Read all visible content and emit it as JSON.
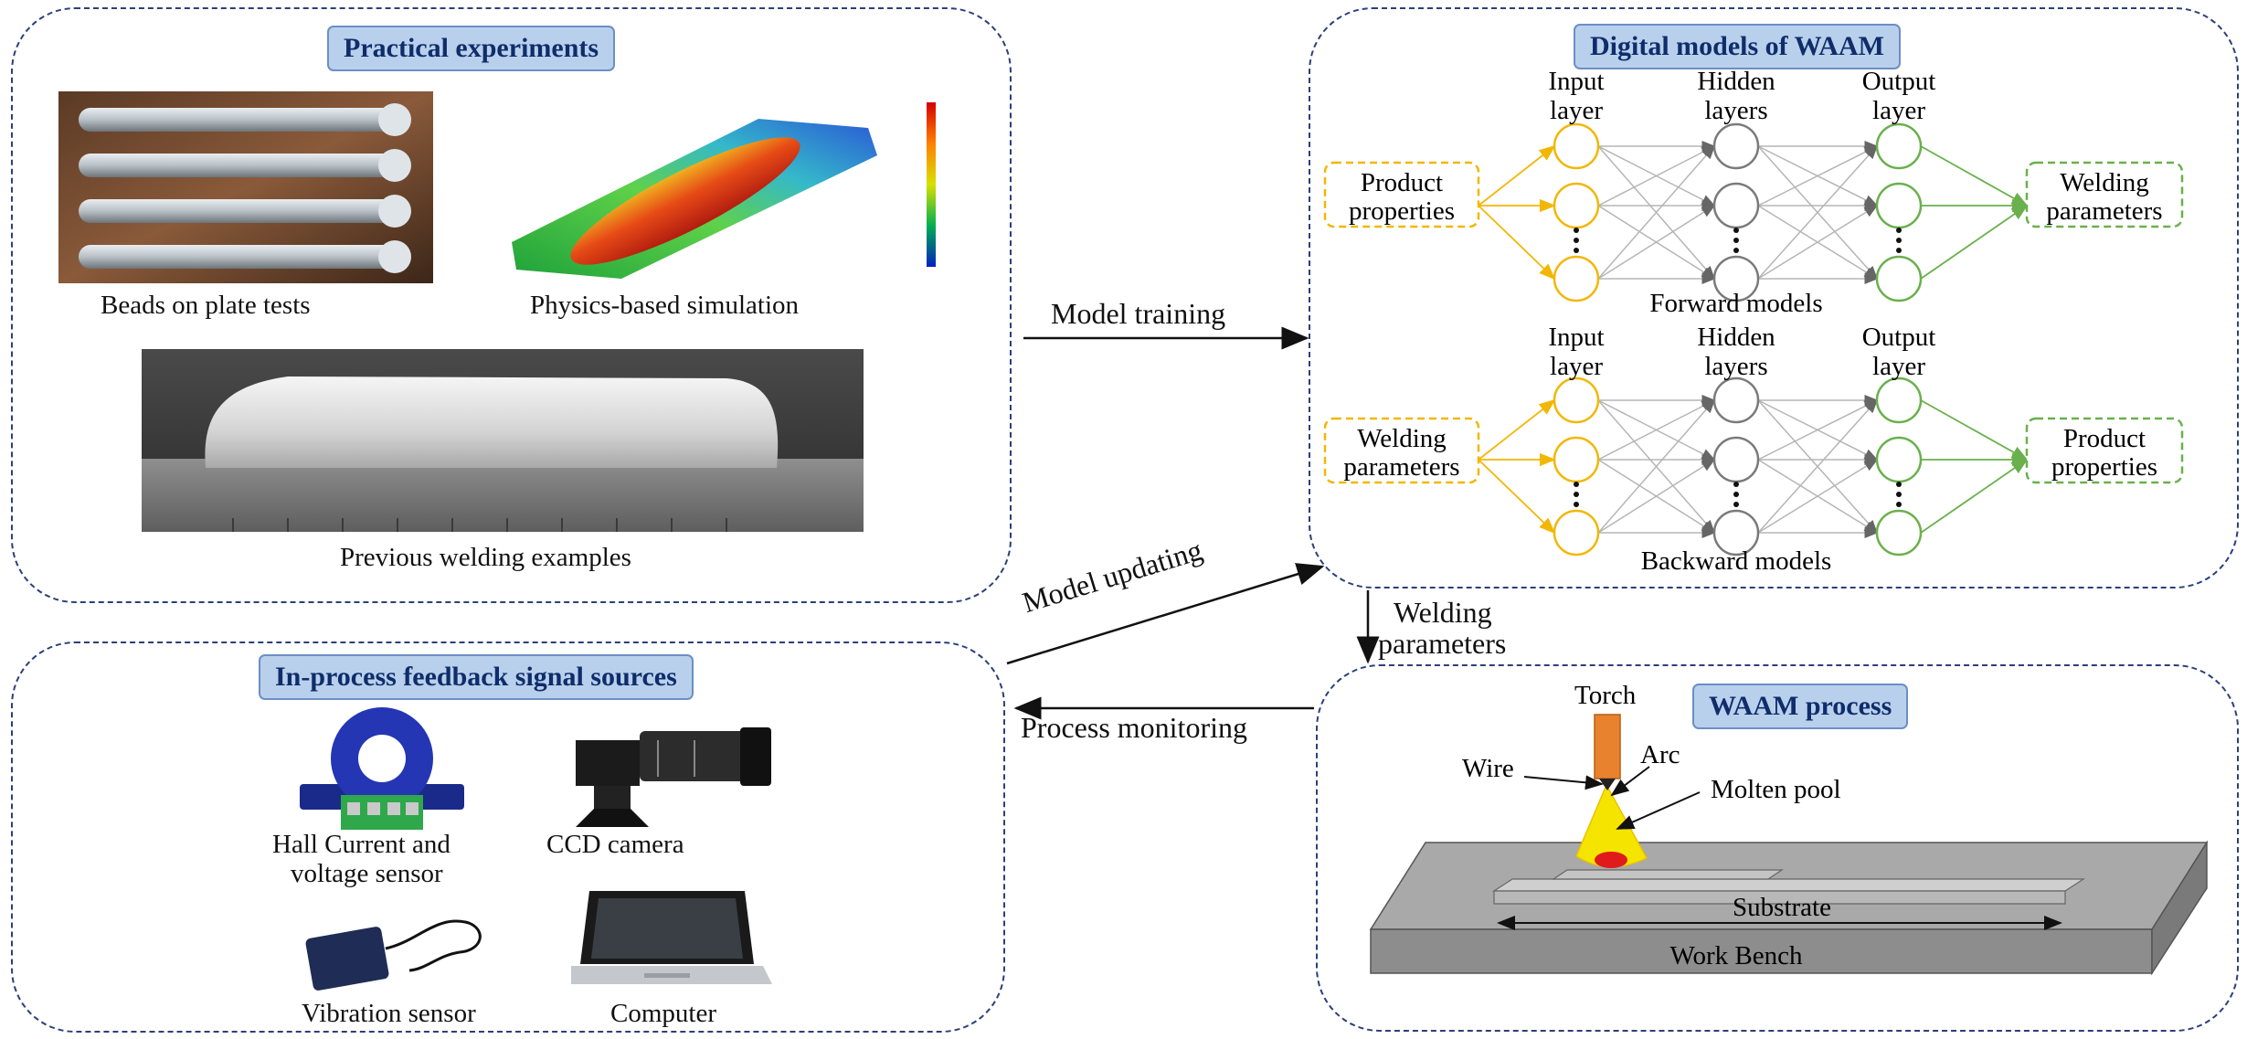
{
  "panels": {
    "practical": {
      "title": "Practical experiments",
      "captions": {
        "beads": "Beads on plate tests",
        "physics": "Physics-based simulation",
        "previous": "Previous welding examples"
      }
    },
    "digital": {
      "title": "Digital models of WAAM",
      "forward": {
        "input_layer": [
          "Input",
          "layer"
        ],
        "hidden_layers": [
          "Hidden",
          "layers"
        ],
        "output_layer": [
          "Output",
          "layer"
        ],
        "input_box": [
          "Product",
          "properties"
        ],
        "output_box": [
          "Welding",
          "parameters"
        ],
        "caption": "Forward models"
      },
      "backward": {
        "input_layer": [
          "Input",
          "layer"
        ],
        "hidden_layers": [
          "Hidden",
          "layers"
        ],
        "output_layer": [
          "Output",
          "layer"
        ],
        "input_box": [
          "Welding",
          "parameters"
        ],
        "output_box": [
          "Product",
          "properties"
        ],
        "caption": "Backward models"
      }
    },
    "feedback": {
      "title": "In-process feedback signal sources",
      "captions": {
        "hall": [
          "Hall Current and",
          "voltage sensor"
        ],
        "ccd": "CCD camera",
        "vibration": "Vibration sensor",
        "computer": "Computer"
      }
    },
    "waam": {
      "title": "WAAM process",
      "labels": {
        "torch": "Torch",
        "wire": "Wire",
        "arc": "Arc",
        "molten_pool": "Molten pool",
        "substrate": "Substrate",
        "work_bench": "Work Bench"
      }
    }
  },
  "arrows": {
    "model_training": "Model training",
    "model_updating": "Model updating",
    "welding_parameters": [
      "Welding",
      "parameters"
    ],
    "process_monitoring": "Process monitoring"
  },
  "colors": {
    "panel_border": "#2b3f7a",
    "title_fill": "#b9d0ec",
    "input_nodes": "#f2b705",
    "hidden_nodes": "#7a7a7a",
    "output_nodes": "#6ab04c",
    "torch": "#e8822e",
    "molten_pool": "#e01b1b",
    "arc": "#f5e400"
  }
}
